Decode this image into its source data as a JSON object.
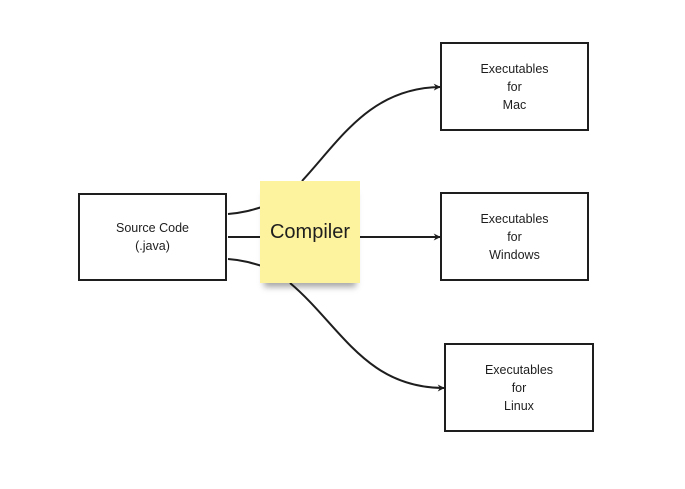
{
  "nodes": {
    "source": {
      "label": "Source Code\n(.java)"
    },
    "compiler": {
      "label": "Compiler"
    },
    "mac": {
      "label": "Executables\nfor\nMac"
    },
    "windows": {
      "label": "Executables\nfor\nWindows"
    },
    "linux": {
      "label": "Executables\nfor\nLinux"
    }
  },
  "colors": {
    "stroke": "#1e1e1e",
    "sticky": "#fdf29d",
    "background": "#ffffff"
  }
}
